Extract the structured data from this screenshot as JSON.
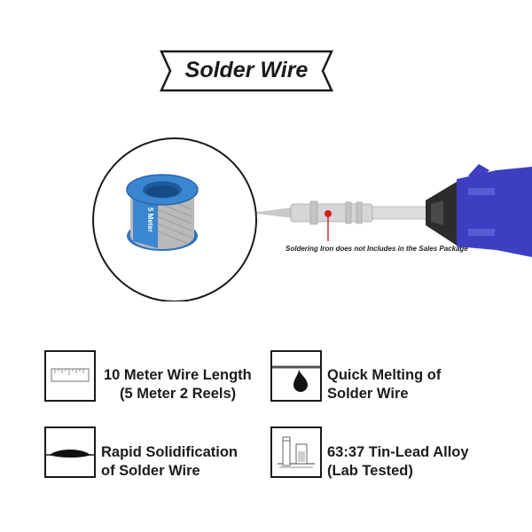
{
  "banner": {
    "title": "Solder Wire"
  },
  "spool": {
    "label": "5 Meter"
  },
  "disclaimer": "Soldering Iron does not Includes in the Sales Package",
  "features": [
    {
      "line1": "10 Meter Wire Length",
      "line2": "(5 Meter 2 Reels)",
      "icon": "ruler-icon"
    },
    {
      "line1": "Quick Melting of",
      "line2": "Solder Wire",
      "icon": "melting-drop-icon"
    },
    {
      "line1": "Rapid Solidification",
      "line2": "of Solder Wire",
      "icon": "solidified-blob-icon"
    },
    {
      "line1": "63:37  Tin-Lead Alloy",
      "line2": "(Lab Tested)",
      "icon": "test-tube-icon"
    }
  ],
  "colors": {
    "spool_blue": "#3a86d0",
    "handle_blue": "#3d3fc2",
    "indicator_red": "#d81e1e"
  }
}
